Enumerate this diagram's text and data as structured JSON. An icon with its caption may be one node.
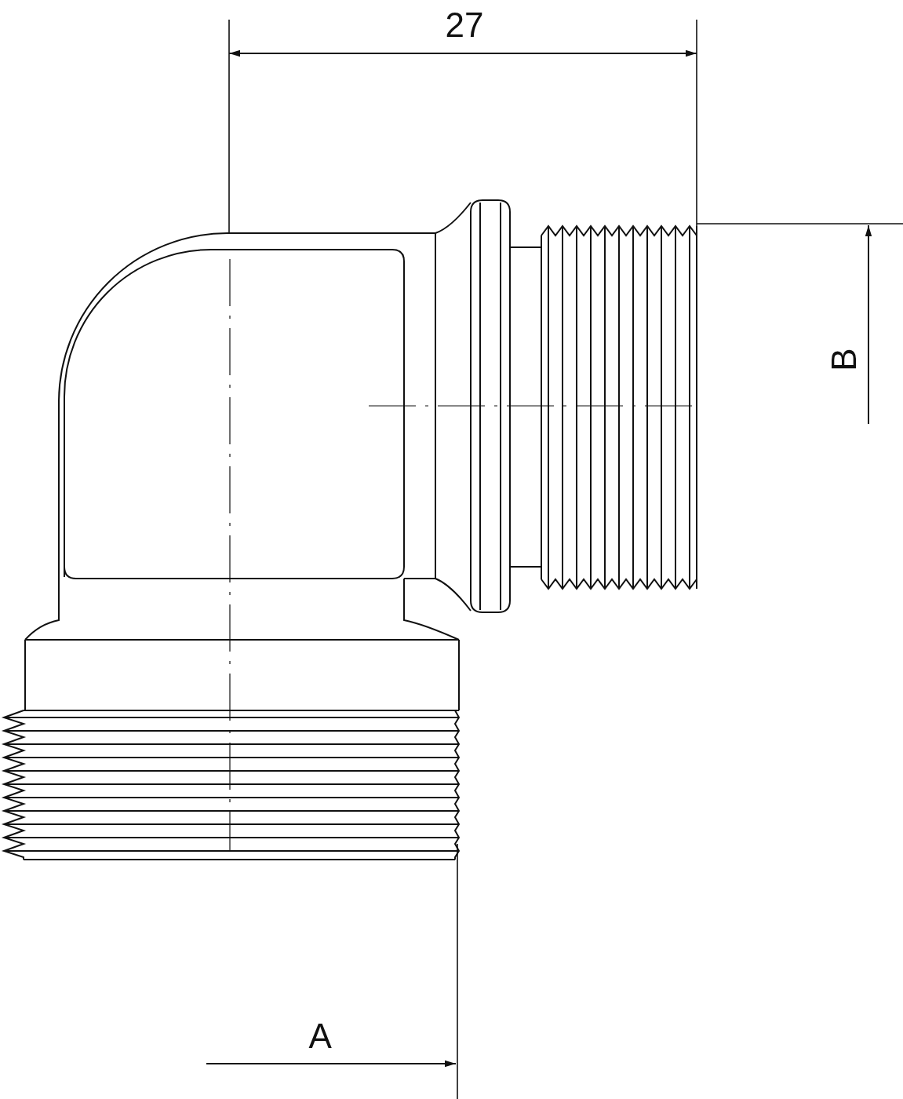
{
  "diagram": {
    "labels": [
      "27",
      "B",
      "A"
    ]
  }
}
